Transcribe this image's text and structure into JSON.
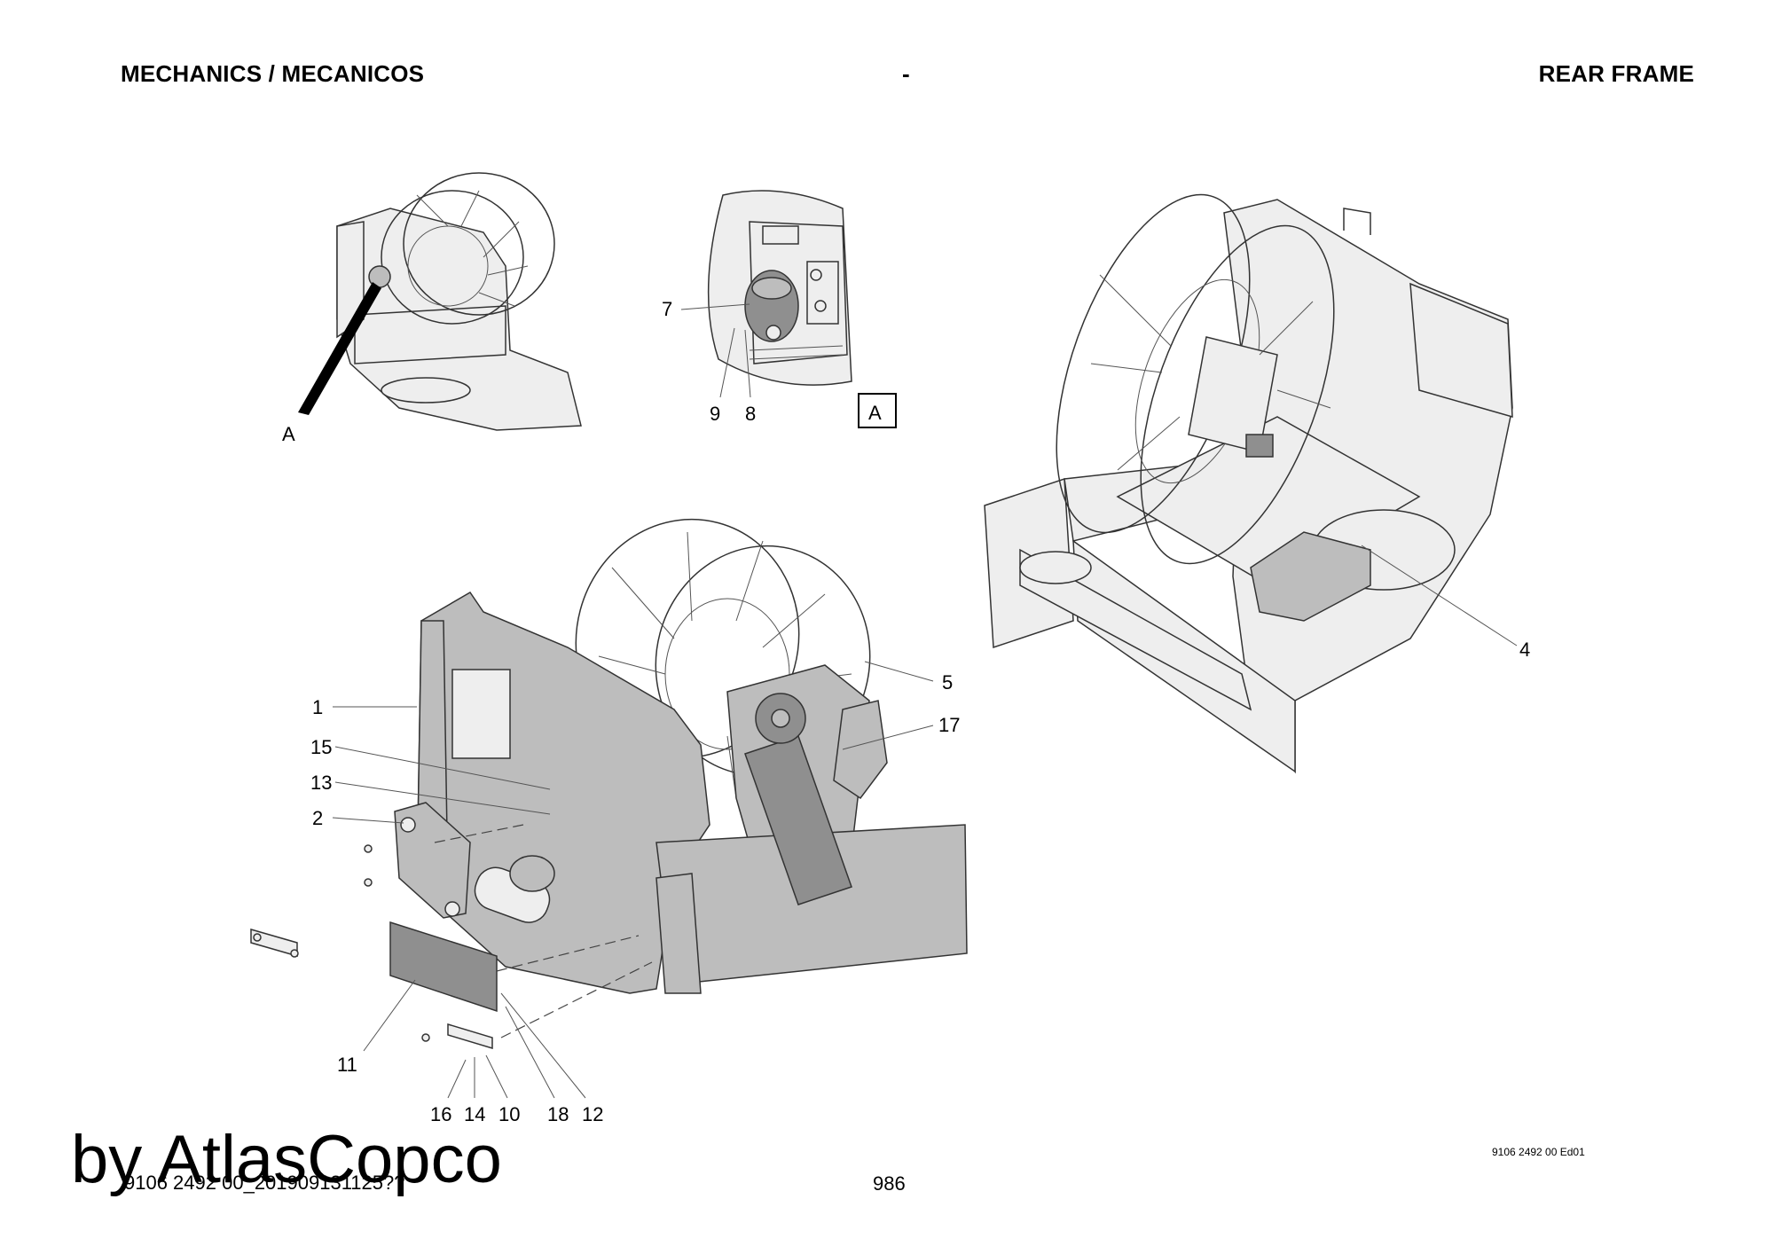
{
  "header": {
    "left": "MECHANICS / MECANICOS",
    "center": "-",
    "right": "REAR FRAME"
  },
  "detail_view": {
    "pointer_label": "A",
    "box_label": "A"
  },
  "callouts": {
    "c1": "1",
    "c2": "2",
    "c4": "4",
    "c5": "5",
    "c7": "7",
    "c8": "8",
    "c9": "9",
    "c10": "10",
    "c11": "11",
    "c12": "12",
    "c13": "13",
    "c14": "14",
    "c15": "15",
    "c16": "16",
    "c17": "17",
    "c18": "18"
  },
  "footer": {
    "doc_code": "9106 2492 00 Ed01",
    "page_number": "986",
    "file_reference": "9106 2492 00_201909131125??",
    "watermark": "by AtlasCopco"
  }
}
